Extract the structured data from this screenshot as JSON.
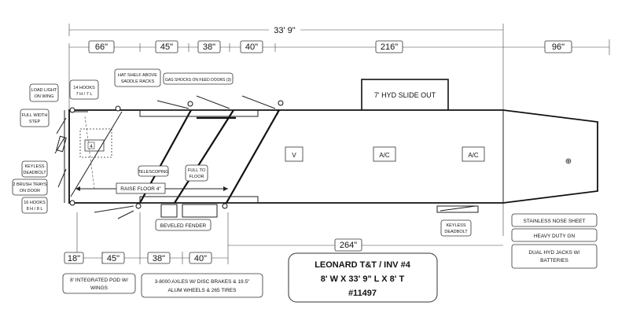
{
  "dims_top": {
    "overall": "33' 9\"",
    "segments": [
      "66\"",
      "45\"",
      "38\"",
      "40\"",
      "216\""
    ],
    "nose": "96\""
  },
  "dims_bottom": {
    "segments": [
      "18\"",
      "45\"",
      "38\"",
      "40\""
    ],
    "span": "264\""
  },
  "labels": {
    "load_light": [
      "LOAD LIGHT",
      "ON WING"
    ],
    "hooks_14": [
      "14 HOOKS",
      "7 H / 7 L"
    ],
    "hat_shelf": [
      "HAT SHELF ABOVE",
      "SADDLE RACKS"
    ],
    "gas_shocks": "GAS SHOCKS ON FEED DOORS (3)",
    "slide_out": "7' HYD SLIDE OUT",
    "full_width_step": [
      "FULL WIDTH",
      "STEP"
    ],
    "keyless_deadbolt_left": [
      "KEYLESS",
      "DEADBOLT"
    ],
    "brush_trays": [
      "2 BRUSH TRAYS",
      "ON DOOR"
    ],
    "hooks_16": [
      "16 HOOKS",
      "8 H / 8 L"
    ],
    "telescoping": "TELESCOPING",
    "full_to_floor": [
      "FULL TO",
      "FLOOR"
    ],
    "raise_floor": "RAISE FLOOR 4\"",
    "beveled_fender": "BEVELED FENDER",
    "keyless_deadbolt_right": [
      "KEYLESS",
      "DEADBOLT"
    ],
    "vent": "V",
    "ac1": "A/C",
    "ac2": "A/C",
    "saddle_rack_number": "4"
  },
  "features_right": [
    "STAINLESS NOSE SHEET",
    "HEAVY DUTY GN",
    "DUAL HYD JACKS W/ BATTERIES"
  ],
  "title_block": {
    "line1": "LEONARD T&T / INV #4",
    "line2": "8' W X 33' 9\" L X 8' T",
    "line3": "#11497"
  },
  "bottom_notes": {
    "pod": [
      "8' INTEGRATED POD W/",
      "WINGS"
    ],
    "axles": [
      "3-8000 AXLES W/ DISC BRAKES & 19.5\"",
      "ALUM WHEELS & 265 TIRES"
    ]
  }
}
